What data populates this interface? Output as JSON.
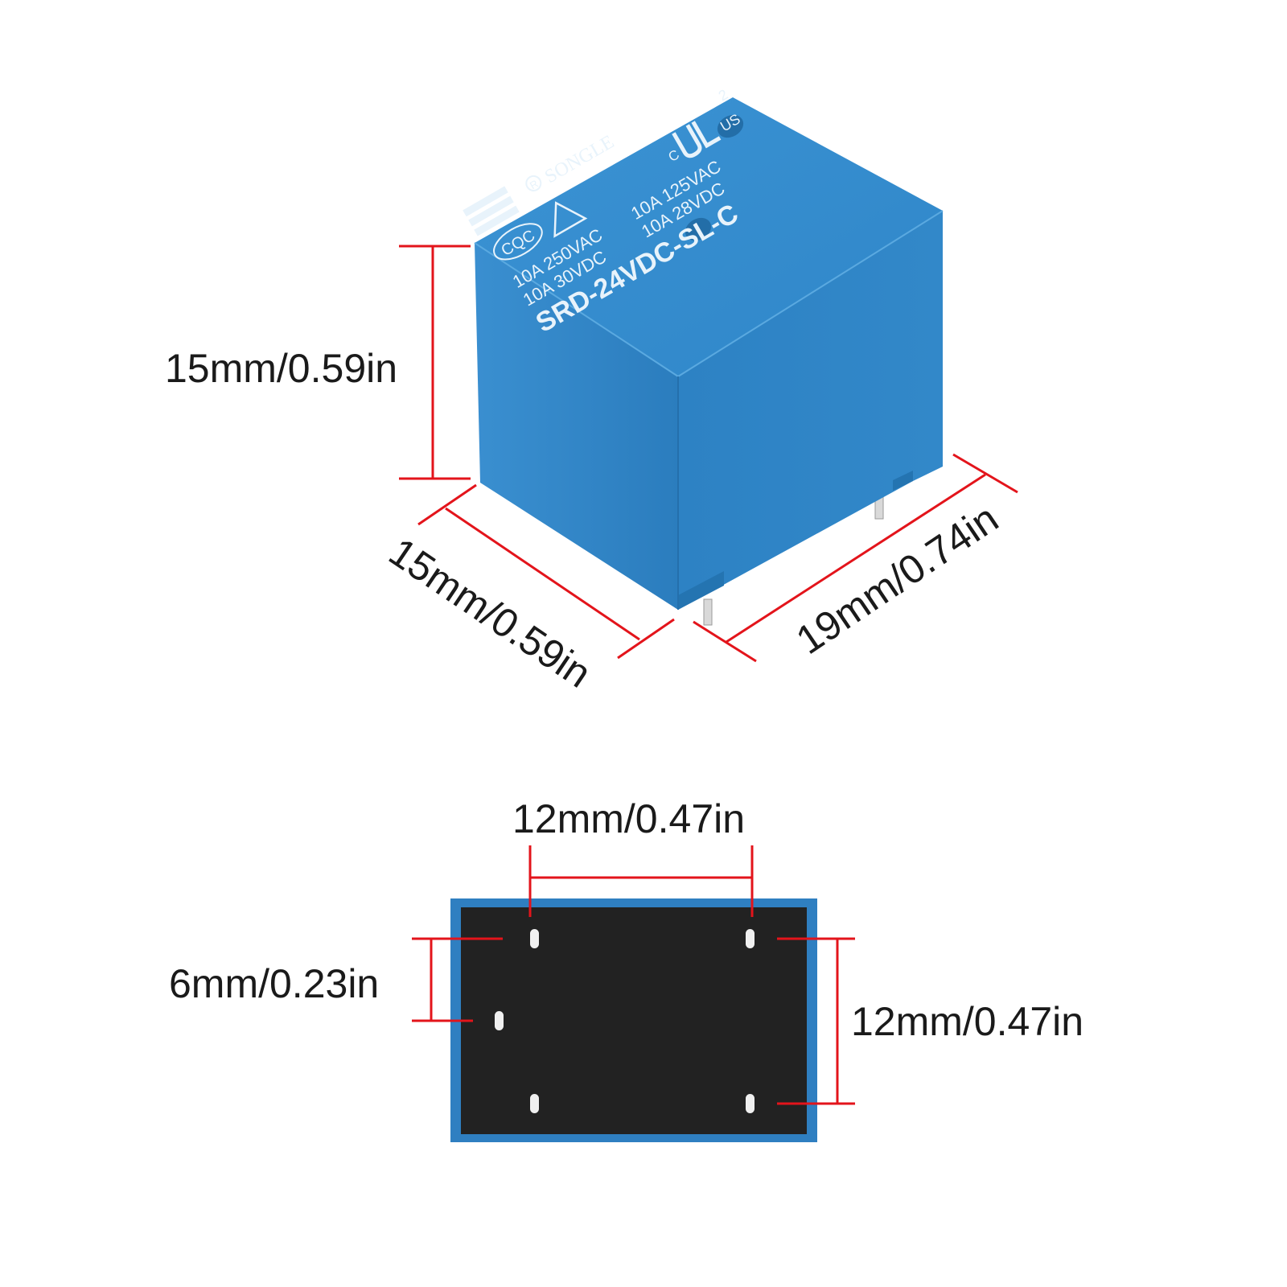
{
  "dimensions": {
    "height": "15mm/0.59in",
    "width_left": "15mm/0.59in",
    "length_right": "19mm/0.74in",
    "pin_spacing_top": "12mm/0.47in",
    "pin_offset_left": "6mm/0.23in",
    "pin_spacing_right": "12mm/0.47in"
  },
  "relay_label": {
    "brand": "SONGLE",
    "registered": "R",
    "cert_cqc": "CQC",
    "cert_c": "C",
    "cert_us": "US",
    "cert_num": "2",
    "rating_1a": "10A 250VAC",
    "rating_1b": "10A 125VAC",
    "rating_2a": "10A 30VDC",
    "rating_2b": "10A 28VDC",
    "model": "SRD-24VDC-SL-C"
  },
  "colors": {
    "dimension_line": "#e3141b",
    "relay_body": "#2f86c8",
    "relay_shadow": "#226fa8",
    "base": "#222222",
    "base_border": "#2f7fc1",
    "text": "#1a1a1a"
  },
  "icons": {
    "ul_mark": "ul-mark-icon",
    "songle_logo": "songle-logo-icon",
    "triangle_mark": "triangle-mark-icon"
  }
}
